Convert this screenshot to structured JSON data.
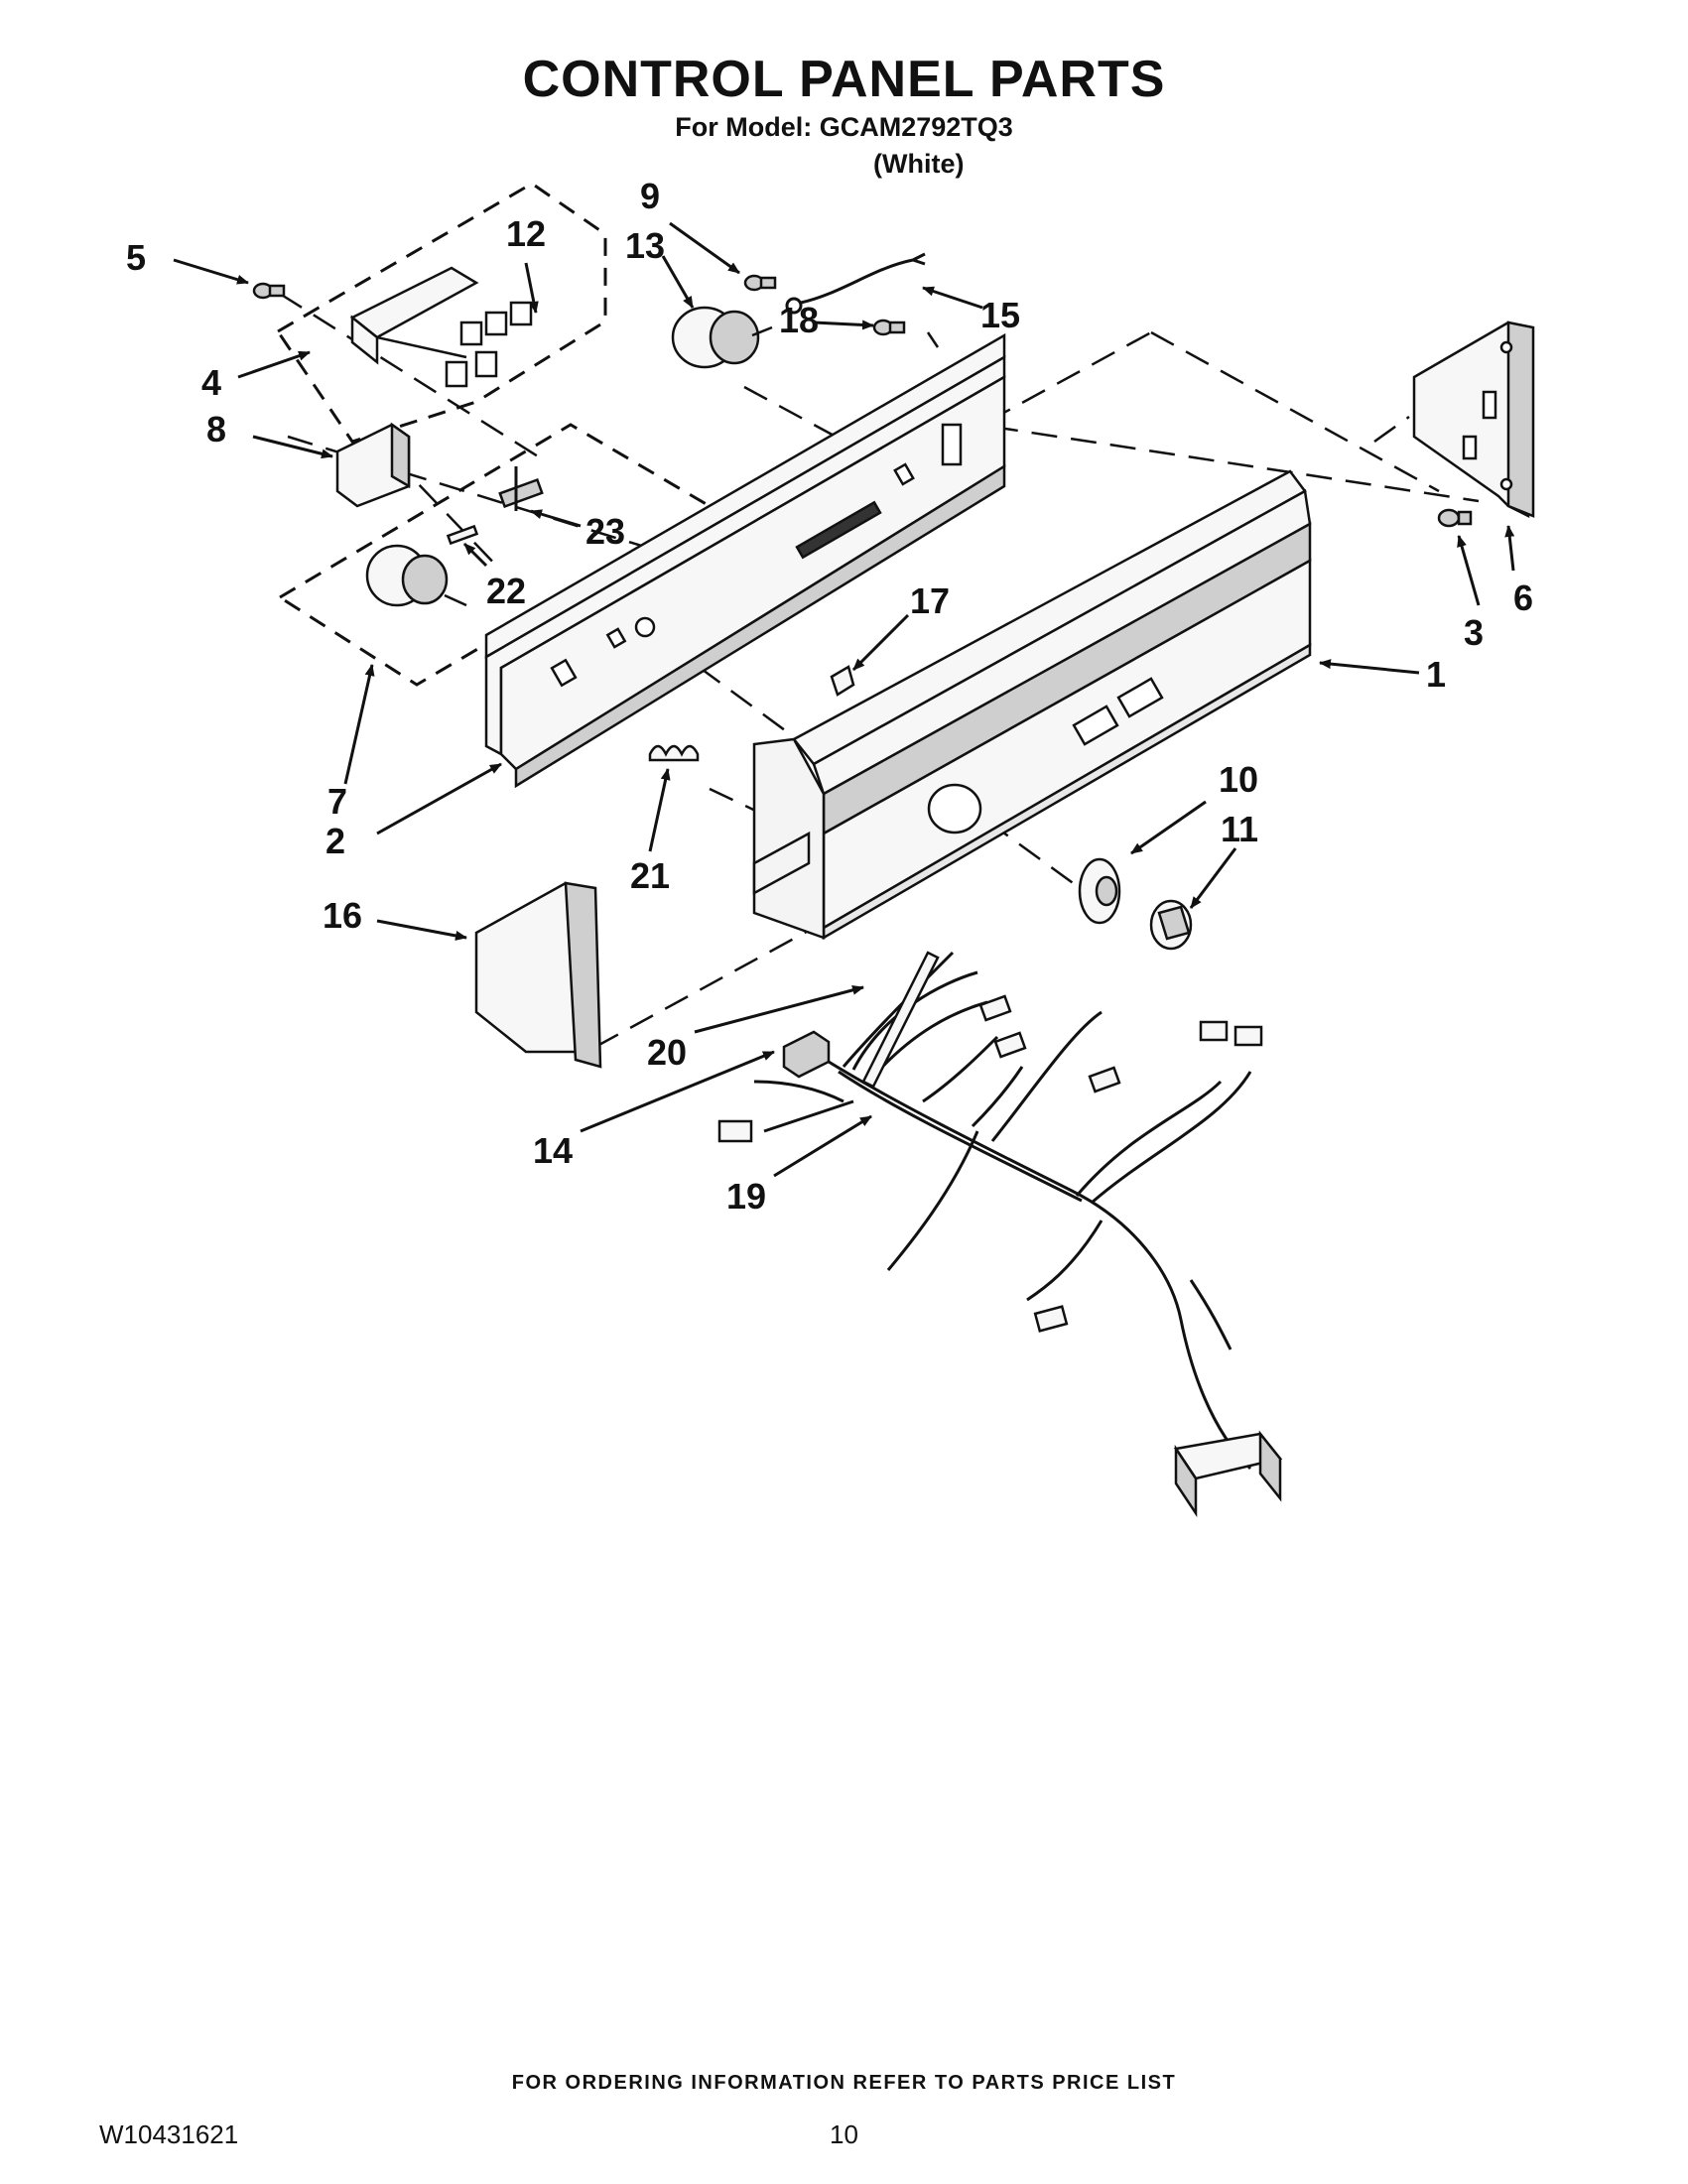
{
  "header": {
    "title": "CONTROL PANEL PARTS",
    "model_line": "For Model: GCAM2792TQ3",
    "color_line": "(White)"
  },
  "callouts": [
    "1",
    "2",
    "3",
    "4",
    "5",
    "6",
    "7",
    "8",
    "9",
    "10",
    "11",
    "12",
    "13",
    "14",
    "15",
    "16",
    "17",
    "18",
    "19",
    "20",
    "21",
    "22",
    "23"
  ],
  "footer": {
    "ordering_note": "FOR ORDERING INFORMATION REFER TO PARTS PRICE LIST",
    "document_number": "W10431621",
    "page_number": "10"
  },
  "colors": {
    "ink": "#111111",
    "part_fill": "#f7f7f7",
    "shade": "#cfcfcf"
  }
}
